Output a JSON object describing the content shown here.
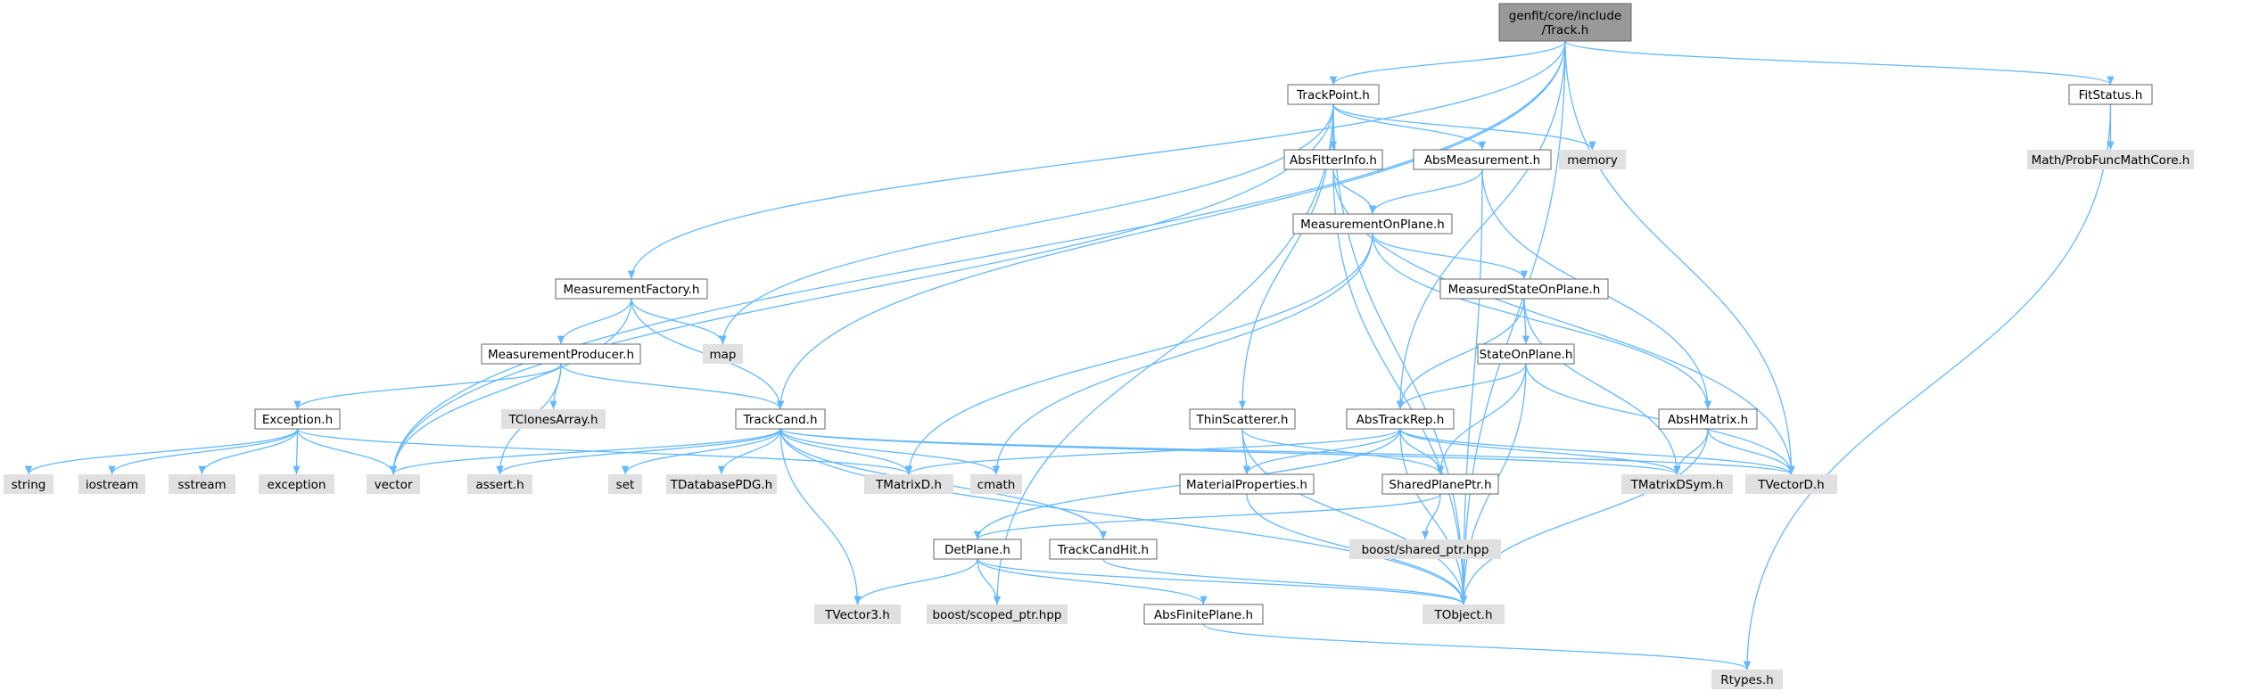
{
  "graph": {
    "root": "root",
    "colors": {
      "root_fill": "#999999",
      "node_fill": "#ffffff",
      "external_fill": "#e0e0e0",
      "node_border": "#666666",
      "external_border": "#999999",
      "edge": "#63b8ff"
    },
    "nodes": [
      {
        "id": "root",
        "label": "genfit/core/include\n/Track.h",
        "kind": "root"
      },
      {
        "id": "trackpoint",
        "label": "TrackPoint.h",
        "kind": "internal"
      },
      {
        "id": "fitstatus",
        "label": "FitStatus.h",
        "kind": "internal"
      },
      {
        "id": "probfunc",
        "label": "Math/ProbFuncMathCore.h",
        "kind": "external"
      },
      {
        "id": "absfitterinfo",
        "label": "AbsFitterInfo.h",
        "kind": "internal"
      },
      {
        "id": "absmeasurement",
        "label": "AbsMeasurement.h",
        "kind": "internal"
      },
      {
        "id": "memory",
        "label": "memory",
        "kind": "external"
      },
      {
        "id": "measurementonplane",
        "label": "MeasurementOnPlane.h",
        "kind": "internal"
      },
      {
        "id": "measurementfactory",
        "label": "MeasurementFactory.h",
        "kind": "internal"
      },
      {
        "id": "map",
        "label": "map",
        "kind": "external"
      },
      {
        "id": "measuredstateonplane",
        "label": "MeasuredStateOnPlane.h",
        "kind": "internal"
      },
      {
        "id": "measurementproducer",
        "label": "MeasurementProducer.h",
        "kind": "internal"
      },
      {
        "id": "stateonplane",
        "label": "StateOnPlane.h",
        "kind": "internal"
      },
      {
        "id": "tclonesarray",
        "label": "TClonesArray.h",
        "kind": "external"
      },
      {
        "id": "exception",
        "label": "Exception.h",
        "kind": "internal"
      },
      {
        "id": "trackcand",
        "label": "TrackCand.h",
        "kind": "internal"
      },
      {
        "id": "thinscatterer",
        "label": "ThinScatterer.h",
        "kind": "internal"
      },
      {
        "id": "abstrackrep",
        "label": "AbsTrackRep.h",
        "kind": "internal"
      },
      {
        "id": "abshmatrix",
        "label": "AbsHMatrix.h",
        "kind": "internal"
      },
      {
        "id": "string",
        "label": "string",
        "kind": "external"
      },
      {
        "id": "iostream",
        "label": "iostream",
        "kind": "external"
      },
      {
        "id": "sstream",
        "label": "sstream",
        "kind": "external"
      },
      {
        "id": "stdexception",
        "label": "exception",
        "kind": "external"
      },
      {
        "id": "vector",
        "label": "vector",
        "kind": "external"
      },
      {
        "id": "assert",
        "label": "assert.h",
        "kind": "external"
      },
      {
        "id": "set",
        "label": "set",
        "kind": "external"
      },
      {
        "id": "tdatabasepdg",
        "label": "TDatabasePDG.h",
        "kind": "external"
      },
      {
        "id": "tmatrixd",
        "label": "TMatrixD.h",
        "kind": "external"
      },
      {
        "id": "cmath",
        "label": "cmath",
        "kind": "external"
      },
      {
        "id": "materialproperties",
        "label": "MaterialProperties.h",
        "kind": "internal"
      },
      {
        "id": "sharedplaneptr",
        "label": "SharedPlanePtr.h",
        "kind": "internal"
      },
      {
        "id": "tmatrixdsym",
        "label": "TMatrixDSym.h",
        "kind": "external"
      },
      {
        "id": "tvectord",
        "label": "TVectorD.h",
        "kind": "external"
      },
      {
        "id": "boostshared",
        "label": "boost/shared_ptr.hpp",
        "kind": "external"
      },
      {
        "id": "detplane",
        "label": "DetPlane.h",
        "kind": "internal"
      },
      {
        "id": "trackcandhit",
        "label": "TrackCandHit.h",
        "kind": "internal"
      },
      {
        "id": "tvector3",
        "label": "TVector3.h",
        "kind": "external"
      },
      {
        "id": "boostscoped",
        "label": "boost/scoped_ptr.hpp",
        "kind": "external"
      },
      {
        "id": "absfiniteplane",
        "label": "AbsFinitePlane.h",
        "kind": "internal"
      },
      {
        "id": "tobject",
        "label": "TObject.h",
        "kind": "external"
      },
      {
        "id": "rtypes",
        "label": "Rtypes.h",
        "kind": "external"
      }
    ],
    "edges": [
      [
        "root",
        "trackpoint"
      ],
      [
        "root",
        "fitstatus"
      ],
      [
        "root",
        "measurementfactory"
      ],
      [
        "root",
        "trackcand"
      ],
      [
        "root",
        "abstrackrep"
      ],
      [
        "root",
        "vector"
      ],
      [
        "root",
        "tvectord"
      ],
      [
        "root",
        "tobject"
      ],
      [
        "fitstatus",
        "probfunc"
      ],
      [
        "fitstatus",
        "rtypes"
      ],
      [
        "trackpoint",
        "absfitterinfo"
      ],
      [
        "trackpoint",
        "absmeasurement"
      ],
      [
        "trackpoint",
        "memory"
      ],
      [
        "trackpoint",
        "map"
      ],
      [
        "trackpoint",
        "vector"
      ],
      [
        "trackpoint",
        "thinscatterer"
      ],
      [
        "trackpoint",
        "boostscoped"
      ],
      [
        "trackpoint",
        "tobject"
      ],
      [
        "absfitterinfo",
        "measurementonplane"
      ],
      [
        "absfitterinfo",
        "tvectord"
      ],
      [
        "absfitterinfo",
        "tobject"
      ],
      [
        "absmeasurement",
        "measurementonplane"
      ],
      [
        "absmeasurement",
        "abshmatrix"
      ],
      [
        "absmeasurement",
        "tobject"
      ],
      [
        "measurementonplane",
        "measuredstateonplane"
      ],
      [
        "measurementonplane",
        "abshmatrix"
      ],
      [
        "measurementonplane",
        "tmatrixd"
      ],
      [
        "measurementonplane",
        "cmath"
      ],
      [
        "measurementfactory",
        "measurementproducer"
      ],
      [
        "measurementfactory",
        "map"
      ],
      [
        "measurementfactory",
        "trackcand"
      ],
      [
        "measurementfactory",
        "vector"
      ],
      [
        "measurementproducer",
        "exception"
      ],
      [
        "measurementproducer",
        "tclonesarray"
      ],
      [
        "measurementproducer",
        "trackcand"
      ],
      [
        "measurementproducer",
        "assert"
      ],
      [
        "measuredstateonplane",
        "stateonplane"
      ],
      [
        "measuredstateonplane",
        "abstrackrep"
      ],
      [
        "measuredstateonplane",
        "tmatrixdsym"
      ],
      [
        "stateonplane",
        "abstrackrep"
      ],
      [
        "stateonplane",
        "sharedplaneptr"
      ],
      [
        "stateonplane",
        "tvectord"
      ],
      [
        "stateonplane",
        "tobject"
      ],
      [
        "exception",
        "string"
      ],
      [
        "exception",
        "iostream"
      ],
      [
        "exception",
        "sstream"
      ],
      [
        "exception",
        "stdexception"
      ],
      [
        "exception",
        "vector"
      ],
      [
        "exception",
        "tmatrixd"
      ],
      [
        "trackcand",
        "vector"
      ],
      [
        "trackcand",
        "assert"
      ],
      [
        "trackcand",
        "set"
      ],
      [
        "trackcand",
        "tdatabasepdg"
      ],
      [
        "trackcand",
        "tmatrixd"
      ],
      [
        "trackcand",
        "cmath"
      ],
      [
        "trackcand",
        "tmatrixdsym"
      ],
      [
        "trackcand",
        "tvectord"
      ],
      [
        "trackcand",
        "trackcandhit"
      ],
      [
        "trackcand",
        "tvector3"
      ],
      [
        "trackcand",
        "tobject"
      ],
      [
        "thinscatterer",
        "materialproperties"
      ],
      [
        "thinscatterer",
        "sharedplaneptr"
      ],
      [
        "thinscatterer",
        "tobject"
      ],
      [
        "abstrackrep",
        "materialproperties"
      ],
      [
        "abstrackrep",
        "sharedplaneptr"
      ],
      [
        "abstrackrep",
        "tmatrixd"
      ],
      [
        "abstrackrep",
        "tmatrixdsym"
      ],
      [
        "abstrackrep",
        "tvectord"
      ],
      [
        "abstrackrep",
        "detplane"
      ],
      [
        "abstrackrep",
        "tobject"
      ],
      [
        "abshmatrix",
        "tmatrixdsym"
      ],
      [
        "abshmatrix",
        "tvectord"
      ],
      [
        "abshmatrix",
        "tobject"
      ],
      [
        "materialproperties",
        "tobject"
      ],
      [
        "sharedplaneptr",
        "boostshared"
      ],
      [
        "sharedplaneptr",
        "detplane"
      ],
      [
        "detplane",
        "tvector3"
      ],
      [
        "detplane",
        "boostscoped"
      ],
      [
        "detplane",
        "absfiniteplane"
      ],
      [
        "detplane",
        "tobject"
      ],
      [
        "trackcandhit",
        "tobject"
      ],
      [
        "absfiniteplane",
        "rtypes"
      ]
    ]
  }
}
